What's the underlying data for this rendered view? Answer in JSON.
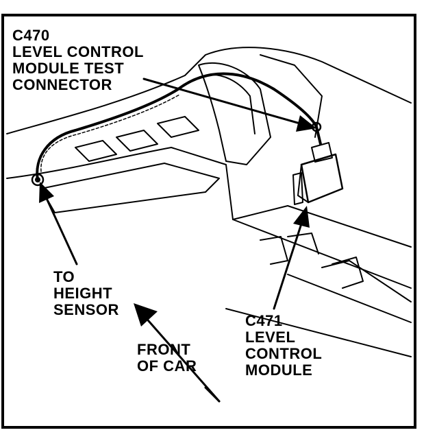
{
  "labels": {
    "c470": [
      "C470",
      "LEVEL CONTROL",
      "MODULE TEST",
      "CONNECTOR"
    ],
    "height_sensor": [
      "TO",
      "HEIGHT",
      "SENSOR"
    ],
    "front": [
      "FRONT",
      "OF CAR"
    ],
    "c471": [
      "C471",
      "LEVEL",
      "CONTROL",
      "MODULE"
    ]
  },
  "colors": {
    "ink": "#000000",
    "paper": "#ffffff"
  }
}
